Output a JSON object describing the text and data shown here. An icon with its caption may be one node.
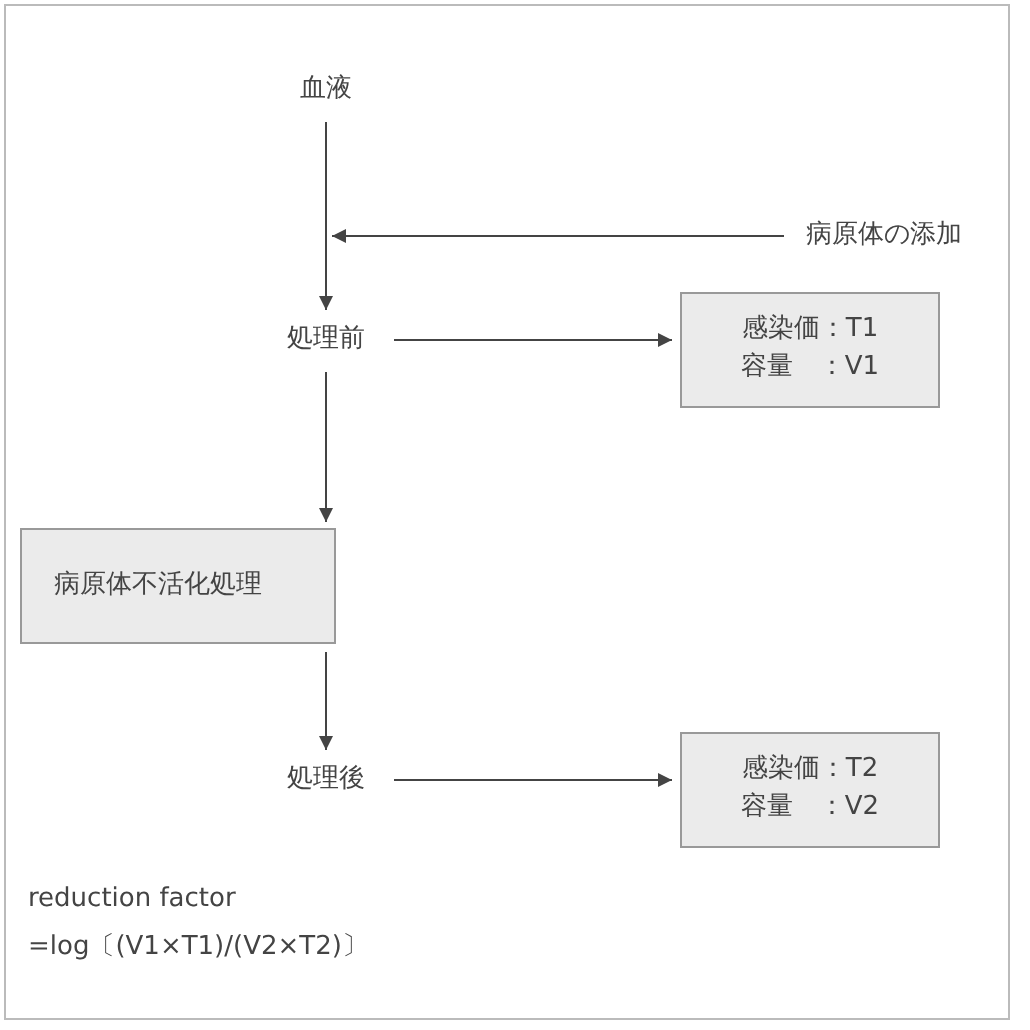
{
  "diagram": {
    "nodes": [
      {
        "text": [
          "血液"
        ]
      },
      {
        "text": [
          "病原体の添加"
        ]
      },
      {
        "text": [
          "処理前"
        ]
      },
      {
        "text": [
          "感染価：T1",
          "容量　：V1"
        ]
      },
      {
        "text": [
          "病原体不活化処理"
        ]
      },
      {
        "text": [
          "処理後"
        ]
      },
      {
        "text": [
          "感染価：T2",
          "容量　：V2"
        ]
      }
    ],
    "edges": [
      {
        "from": 0,
        "to": 2,
        "arrow": "to"
      },
      {
        "from": 1,
        "to": null,
        "arrow": "to"
      },
      {
        "from": 2,
        "to": 3,
        "arrow": "to"
      },
      {
        "from": 2,
        "to": 4,
        "arrow": "to"
      },
      {
        "from": 4,
        "to": 5,
        "arrow": "to"
      },
      {
        "from": 5,
        "to": 6,
        "arrow": "to"
      }
    ],
    "labels": [
      "reduction factor",
      "=log〔(V1×T1)/(V2×T2)〕"
    ]
  }
}
